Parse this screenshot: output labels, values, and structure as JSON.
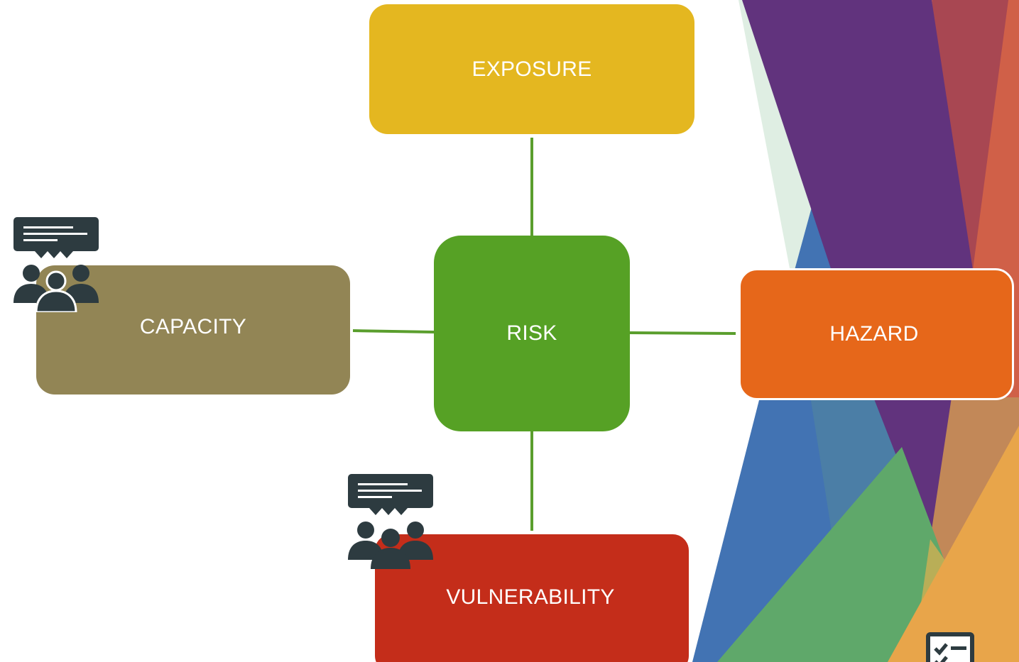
{
  "diagram": {
    "center": {
      "label": "RISK",
      "color": "#56a125"
    },
    "nodes": [
      {
        "id": "exposure",
        "label": "EXPOSURE",
        "color": "#e4b720"
      },
      {
        "id": "capacity",
        "label": "CAPACITY",
        "color": "#928555"
      },
      {
        "id": "hazard",
        "label": "HAZARD",
        "color": "#e6671a"
      },
      {
        "id": "vulnerability",
        "label": "VULNERABILITY",
        "color": "#c42d1a"
      }
    ],
    "connector_color": "#5a9e2d",
    "icons": {
      "stakeholder": "people-discussion-icon",
      "checklist": "checklist-icon"
    }
  },
  "theme_colors": {
    "purple": "#61337d",
    "blue": "#4273b3",
    "teal": "#4b7ea6",
    "green": "#5fa86a",
    "orange": "#e8a54a",
    "salmon": "#d06048",
    "rose": "#a84752",
    "tan": "#c28858",
    "mint": "#dfeee3",
    "icon_dark": "#2d3b40"
  }
}
